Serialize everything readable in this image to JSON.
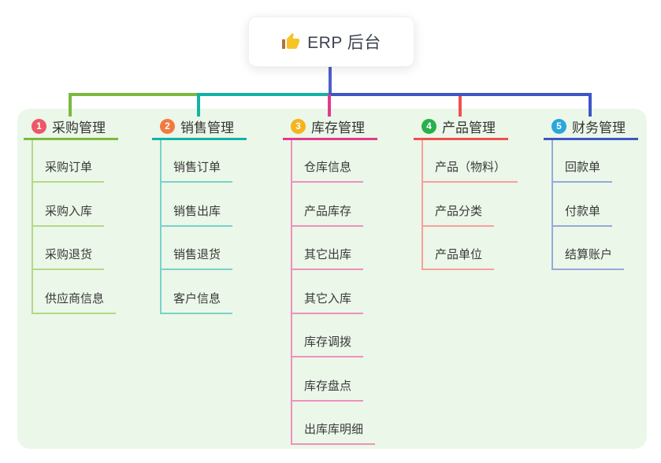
{
  "root": {
    "label": "ERP 后台",
    "icon": "thumbs-up-icon",
    "line_color": "#4f5ec9"
  },
  "panel": {
    "bg_color": "#ebf7e8"
  },
  "branches": [
    {
      "num": "1",
      "label": "采购管理",
      "badge_color": "#ee5866",
      "line_color": "#7cb93d",
      "light_color": "#b3d989",
      "children": [
        "采购订单",
        "采购入库",
        "采购退货",
        "供应商信息"
      ]
    },
    {
      "num": "2",
      "label": "销售管理",
      "badge_color": "#f2793f",
      "line_color": "#12b3a6",
      "light_color": "#7ad2c9",
      "children": [
        "销售订单",
        "销售出库",
        "销售退货",
        "客户信息"
      ]
    },
    {
      "num": "3",
      "label": "库存管理",
      "badge_color": "#f5b31c",
      "line_color": "#e23a8e",
      "light_color": "#f090bf",
      "children": [
        "仓库信息",
        "产品库存",
        "其它出库",
        "其它入库",
        "库存调拨",
        "库存盘点",
        "出库库明细"
      ]
    },
    {
      "num": "4",
      "label": "产品管理",
      "badge_color": "#28b04b",
      "line_color": "#f05050",
      "light_color": "#f7a09c",
      "children": [
        "产品（物料）",
        "产品分类",
        "产品单位"
      ]
    },
    {
      "num": "5",
      "label": "财务管理",
      "badge_color": "#2aa6dc",
      "line_color": "#3e56c5",
      "light_color": "#97a9dc",
      "children": [
        "回款单",
        "付款单",
        "结算账户"
      ]
    }
  ]
}
